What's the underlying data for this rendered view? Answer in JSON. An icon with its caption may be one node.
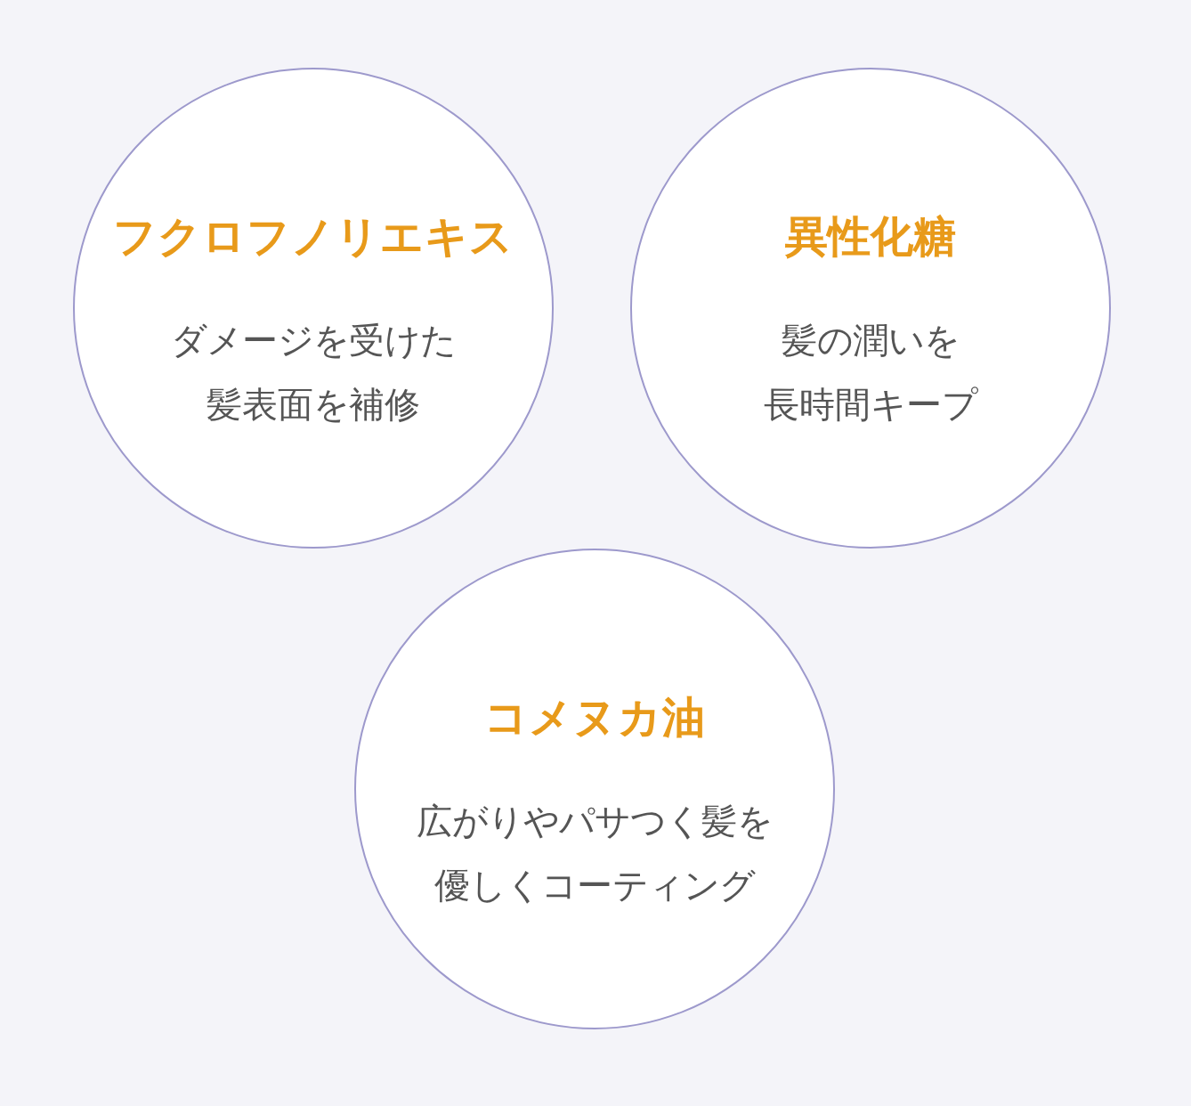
{
  "diagram": {
    "nodes": [
      {
        "text": [
          "フクロフノリエキス",
          "ダメージを受けた髪表面を補修"
        ]
      },
      {
        "text": [
          "異性化糖",
          "髪の潤いを長時間キープ"
        ]
      },
      {
        "text": [
          "コメヌカ油",
          "広がりやパサつく髪を優しくコーティング"
        ]
      }
    ]
  }
}
